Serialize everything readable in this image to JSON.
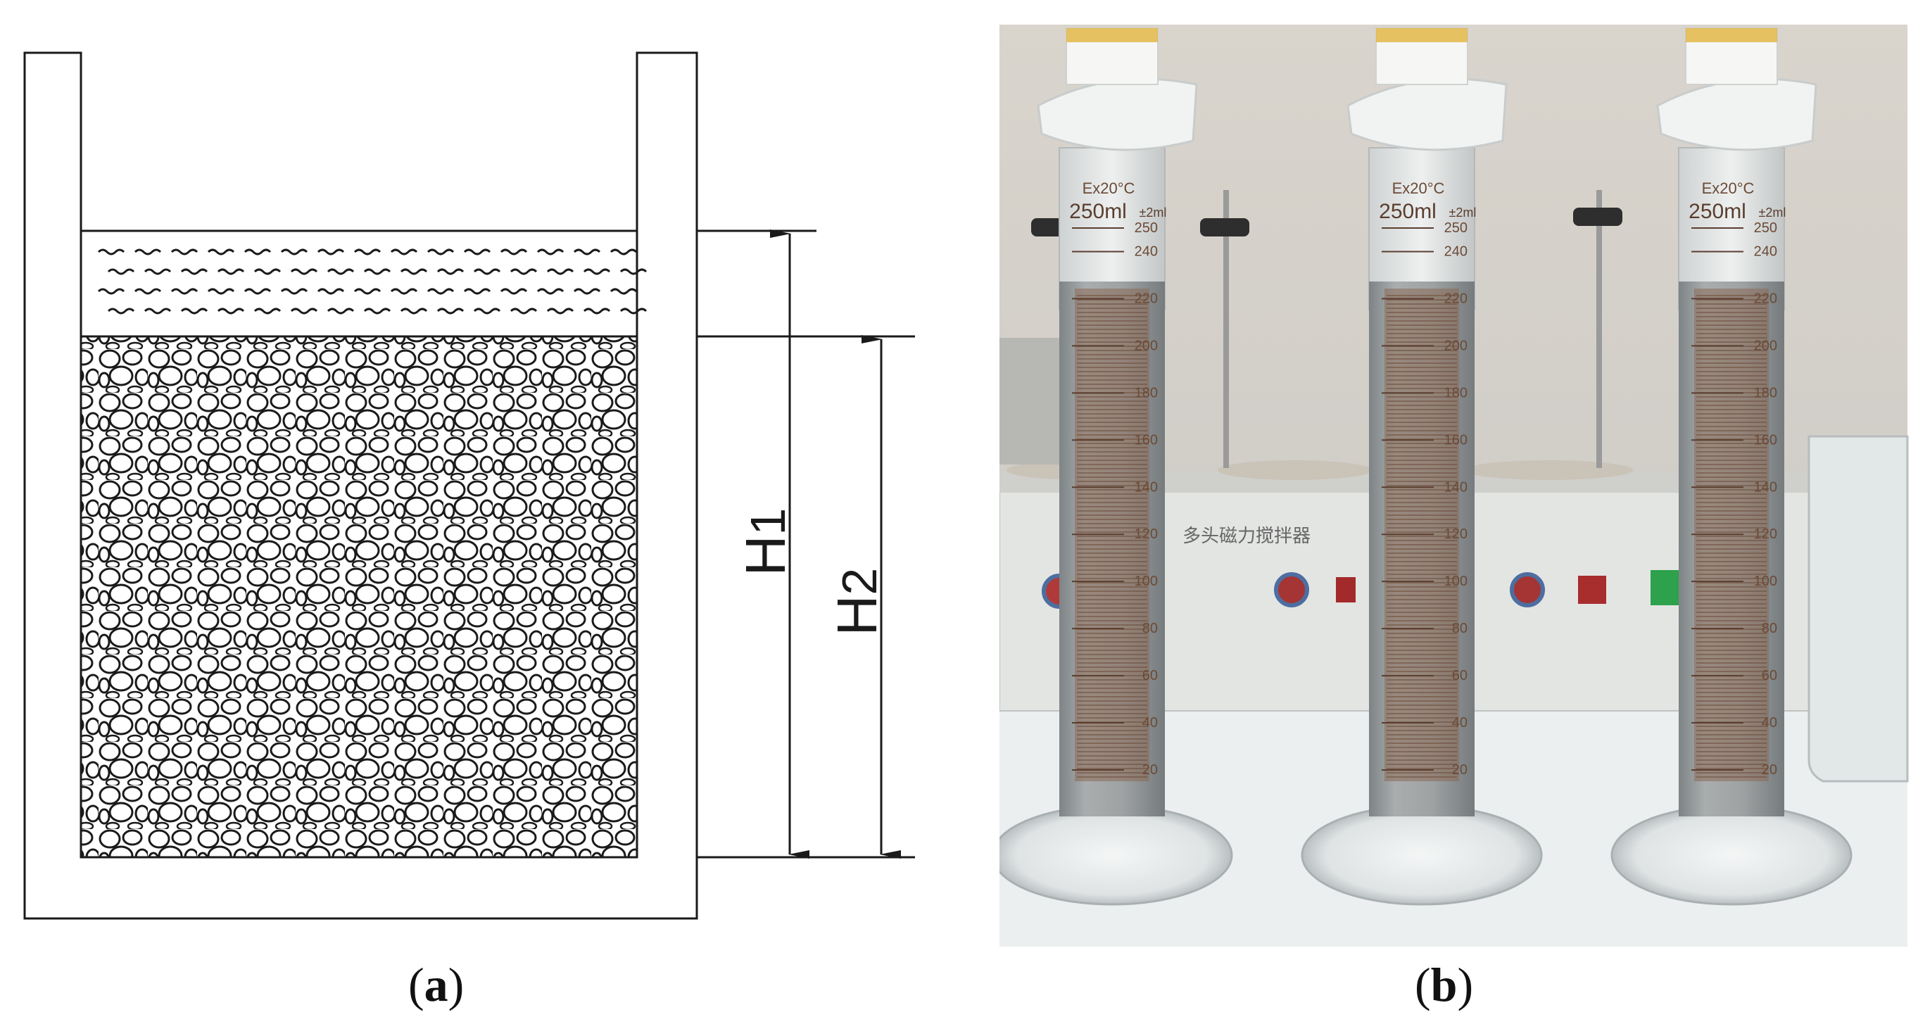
{
  "panel_a": {
    "caption_open": "(",
    "caption_letter": "a",
    "caption_close": ")",
    "label_h1_main": "H",
    "label_h1_sub": "1",
    "label_h2_main": "H",
    "label_h2_sub": "2"
  },
  "panel_b": {
    "caption_open": "(",
    "caption_letter": "b",
    "caption_close": ")",
    "cylinder_header": "Ex20°C",
    "cylinder_capacity": "250ml",
    "cylinder_tolerance": "±2ml",
    "device_label": "多头磁力搅拌器",
    "scale_marks": [
      "250",
      "240",
      "220",
      "200",
      "180",
      "160",
      "140",
      "120",
      "100",
      "80",
      "60",
      "40",
      "20"
    ]
  },
  "colors": {
    "line": "#1a1a1a",
    "background": "#ffffff",
    "sediment": "#8a6a55",
    "liquid": "#9a9ea0",
    "bench": "#e8ebec",
    "wall": "#d8d6d2"
  }
}
